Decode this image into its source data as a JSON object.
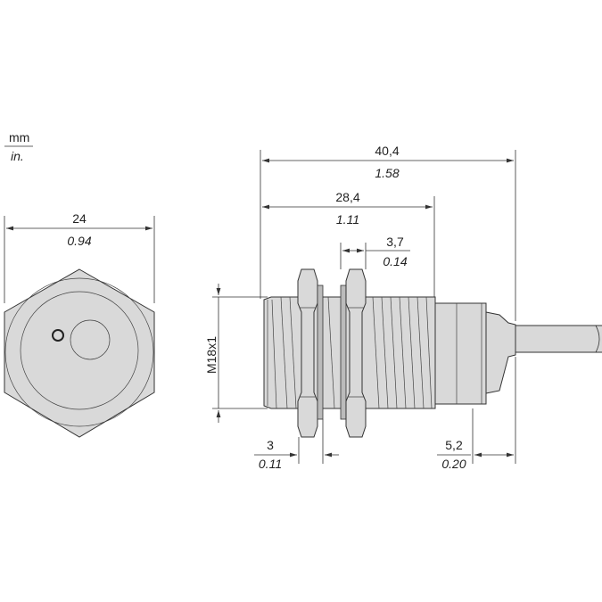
{
  "units": {
    "primary": "mm",
    "secondary": "in."
  },
  "front_view": {
    "width_mm": "24",
    "width_in": "0.94"
  },
  "side_view": {
    "overall_length_mm": "40,4",
    "overall_length_in": "1.58",
    "thread_length_mm": "28,4",
    "thread_length_in": "1.11",
    "nut_thickness_mm": "3,7",
    "nut_thickness_in": "0.14",
    "thread_label": "M18x1",
    "washer_mm": "3",
    "washer_in": "0.11",
    "cable_exit_mm": "5,2",
    "cable_exit_in": "0.20"
  },
  "colors": {
    "part_fill": "#d9d9d9",
    "line": "#333333"
  }
}
